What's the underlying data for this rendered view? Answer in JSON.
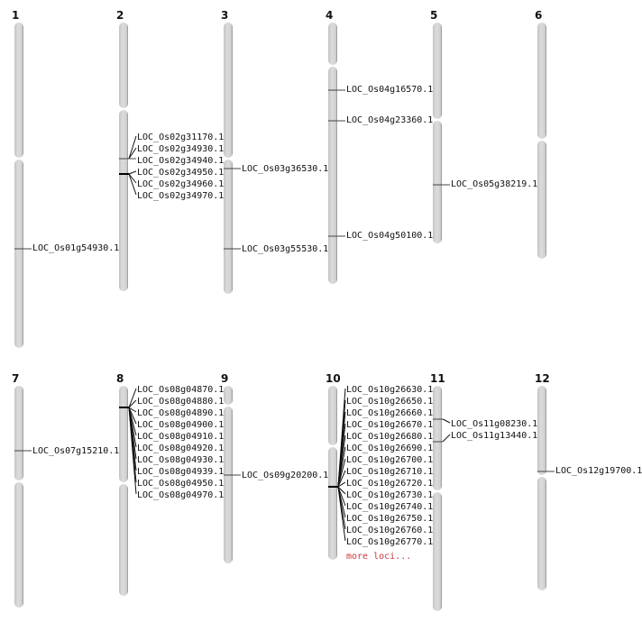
{
  "chromosomes": [
    {
      "name": "1",
      "loci": [
        "LOC_Os01g54930.1"
      ]
    },
    {
      "name": "2",
      "loci": [
        "LOC_Os02g31170.1",
        "LOC_Os02g34930.1",
        "LOC_Os02g34940.1",
        "LOC_Os02g34950.1",
        "LOC_Os02g34960.1",
        "LOC_Os02g34970.1"
      ]
    },
    {
      "name": "3",
      "loci": [
        "LOC_Os03g36530.1",
        "LOC_Os03g55530.1"
      ]
    },
    {
      "name": "4",
      "loci": [
        "LOC_Os04g16570.1",
        "LOC_Os04g23360.1",
        "LOC_Os04g50100.1"
      ]
    },
    {
      "name": "5",
      "loci": [
        "LOC_Os05g38219.1"
      ]
    },
    {
      "name": "6",
      "loci": []
    },
    {
      "name": "7",
      "loci": [
        "LOC_Os07g15210.1"
      ]
    },
    {
      "name": "8",
      "loci": [
        "LOC_Os08g04870.1",
        "LOC_Os08g04880.1",
        "LOC_Os08g04890.1",
        "LOC_Os08g04900.1",
        "LOC_Os08g04910.1",
        "LOC_Os08g04920.1",
        "LOC_Os08g04930.1",
        "LOC_Os08g04939.1",
        "LOC_Os08g04950.1",
        "LOC_Os08g04970.1"
      ]
    },
    {
      "name": "9",
      "loci": [
        "LOC_Os09g20200.1"
      ]
    },
    {
      "name": "10",
      "loci": [
        "LOC_Os10g26630.1",
        "LOC_Os10g26650.1",
        "LOC_Os10g26660.1",
        "LOC_Os10g26670.1",
        "LOC_Os10g26680.1",
        "LOC_Os10g26690.1",
        "LOC_Os10g26700.1",
        "LOC_Os10g26710.1",
        "LOC_Os10g26720.1",
        "LOC_Os10g26730.1",
        "LOC_Os10g26740.1",
        "LOC_Os10g26750.1",
        "LOC_Os10g26760.1",
        "LOC_Os10g26770.1"
      ],
      "more": "more loci..."
    },
    {
      "name": "11",
      "loci": [
        "LOC_Os11g08230.1",
        "LOC_Os11g13440.1"
      ]
    },
    {
      "name": "12",
      "loci": [
        "LOC_Os12g19700.1"
      ]
    }
  ],
  "colors": {
    "chromosome": "#d4d4d4",
    "marker": "#000000",
    "more": "#d0363a"
  }
}
